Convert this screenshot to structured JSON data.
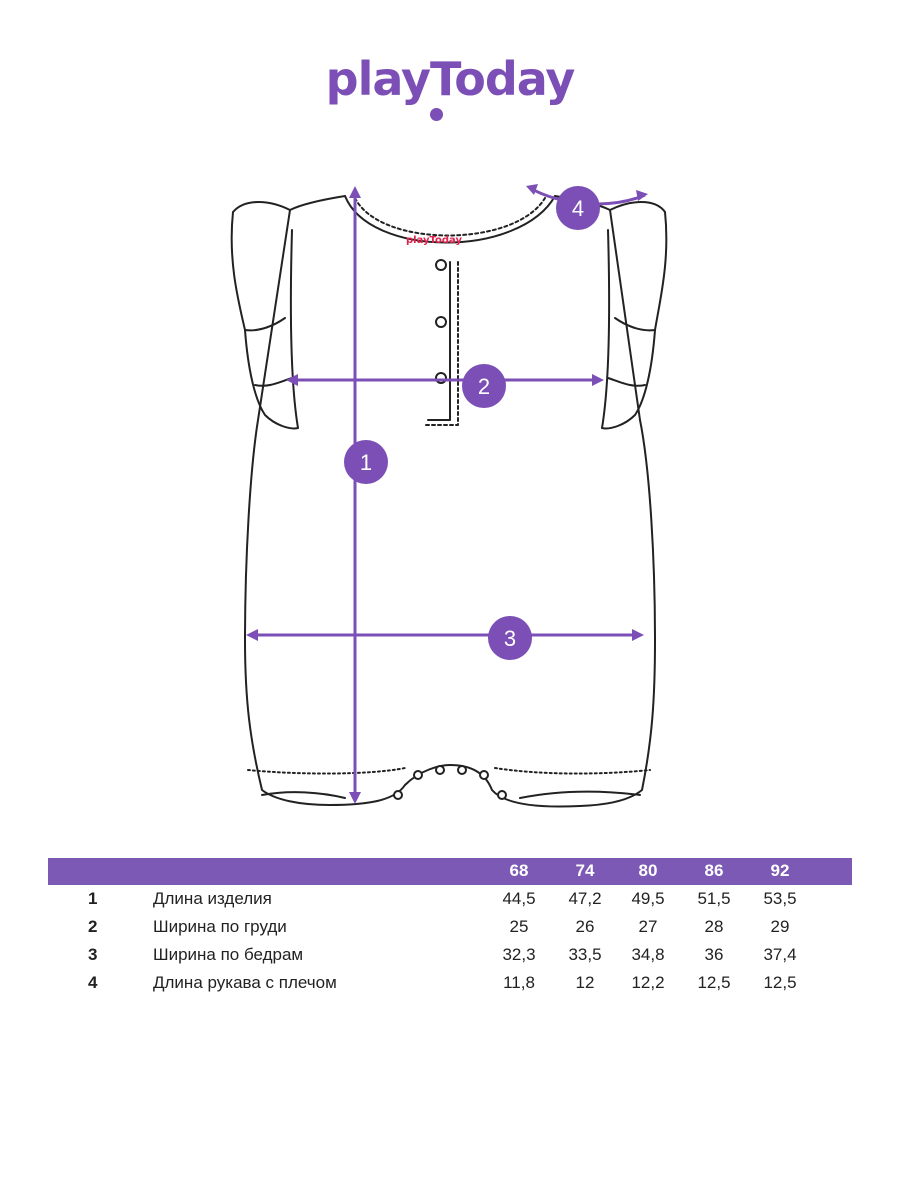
{
  "brand": {
    "logo_text": "playToday",
    "label_text": "playToday",
    "color": "#7b4fb5"
  },
  "markers": [
    "1",
    "2",
    "3",
    "4"
  ],
  "table": {
    "header_color": "#7b59b5",
    "sizes": [
      "68",
      "74",
      "80",
      "86",
      "92"
    ],
    "rows": [
      {
        "num": "1",
        "label": "Длина изделия",
        "values": [
          "44,5",
          "47,2",
          "49,5",
          "51,5",
          "53,5"
        ]
      },
      {
        "num": "2",
        "label": "Ширина по груди",
        "values": [
          "25",
          "26",
          "27",
          "28",
          "29"
        ]
      },
      {
        "num": "3",
        "label": "Ширина по бедрам",
        "values": [
          "32,3",
          "33,5",
          "34,8",
          "36",
          "37,4"
        ]
      },
      {
        "num": "4",
        "label": "Длина рукава с плечом",
        "values": [
          "11,8",
          "12",
          "12,2",
          "12,5",
          "12,5"
        ]
      }
    ]
  }
}
